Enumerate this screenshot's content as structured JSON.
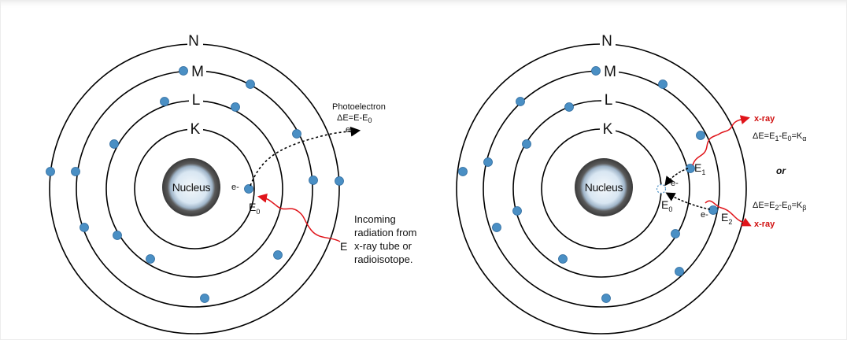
{
  "colors": {
    "shell": "#000000",
    "electron": "#4a8fc4",
    "electron_stroke": "#2d6a9e",
    "radiation": "#e0141a",
    "nucleus_outer": "#5a5a5a",
    "nucleus_inner": "#d8e6f2"
  },
  "left_diagram": {
    "shells": [
      "N",
      "M",
      "L",
      "K"
    ],
    "nucleus": "Nucleus",
    "electron_label": "e-",
    "e0_label": "E",
    "e0_sub": "0",
    "photoelectron": {
      "title": "Photoelectron",
      "formula": "ΔE=E-E",
      "formula_sub": "0",
      "symbol": "e-"
    },
    "incoming": {
      "line1": "Incoming",
      "line2": "radiation from",
      "line3": "x-ray tube or",
      "line4": "radioisotope.",
      "energy": "E"
    }
  },
  "right_diagram": {
    "shells": [
      "N",
      "M",
      "L",
      "K"
    ],
    "nucleus": "Nucleus",
    "e1_label": "E",
    "e1_sub": "1",
    "e0_label": "E",
    "e0_sub": "0",
    "e2_label": "E",
    "e2_sub": "2",
    "electron_label_1": "e-",
    "electron_label_2": "e-",
    "xray_top": "x-ray",
    "xray_bottom": "x-ray",
    "formula_alpha": {
      "a": "ΔE=E",
      "a_sub": "1",
      "b": "-E",
      "b_sub": "0",
      "c": "=K",
      "c_sub": "α"
    },
    "or": "or",
    "formula_beta": {
      "a": "ΔE=E",
      "a_sub": "2",
      "b": "-E",
      "b_sub": "0",
      "c": "=K",
      "c_sub": "β"
    }
  }
}
